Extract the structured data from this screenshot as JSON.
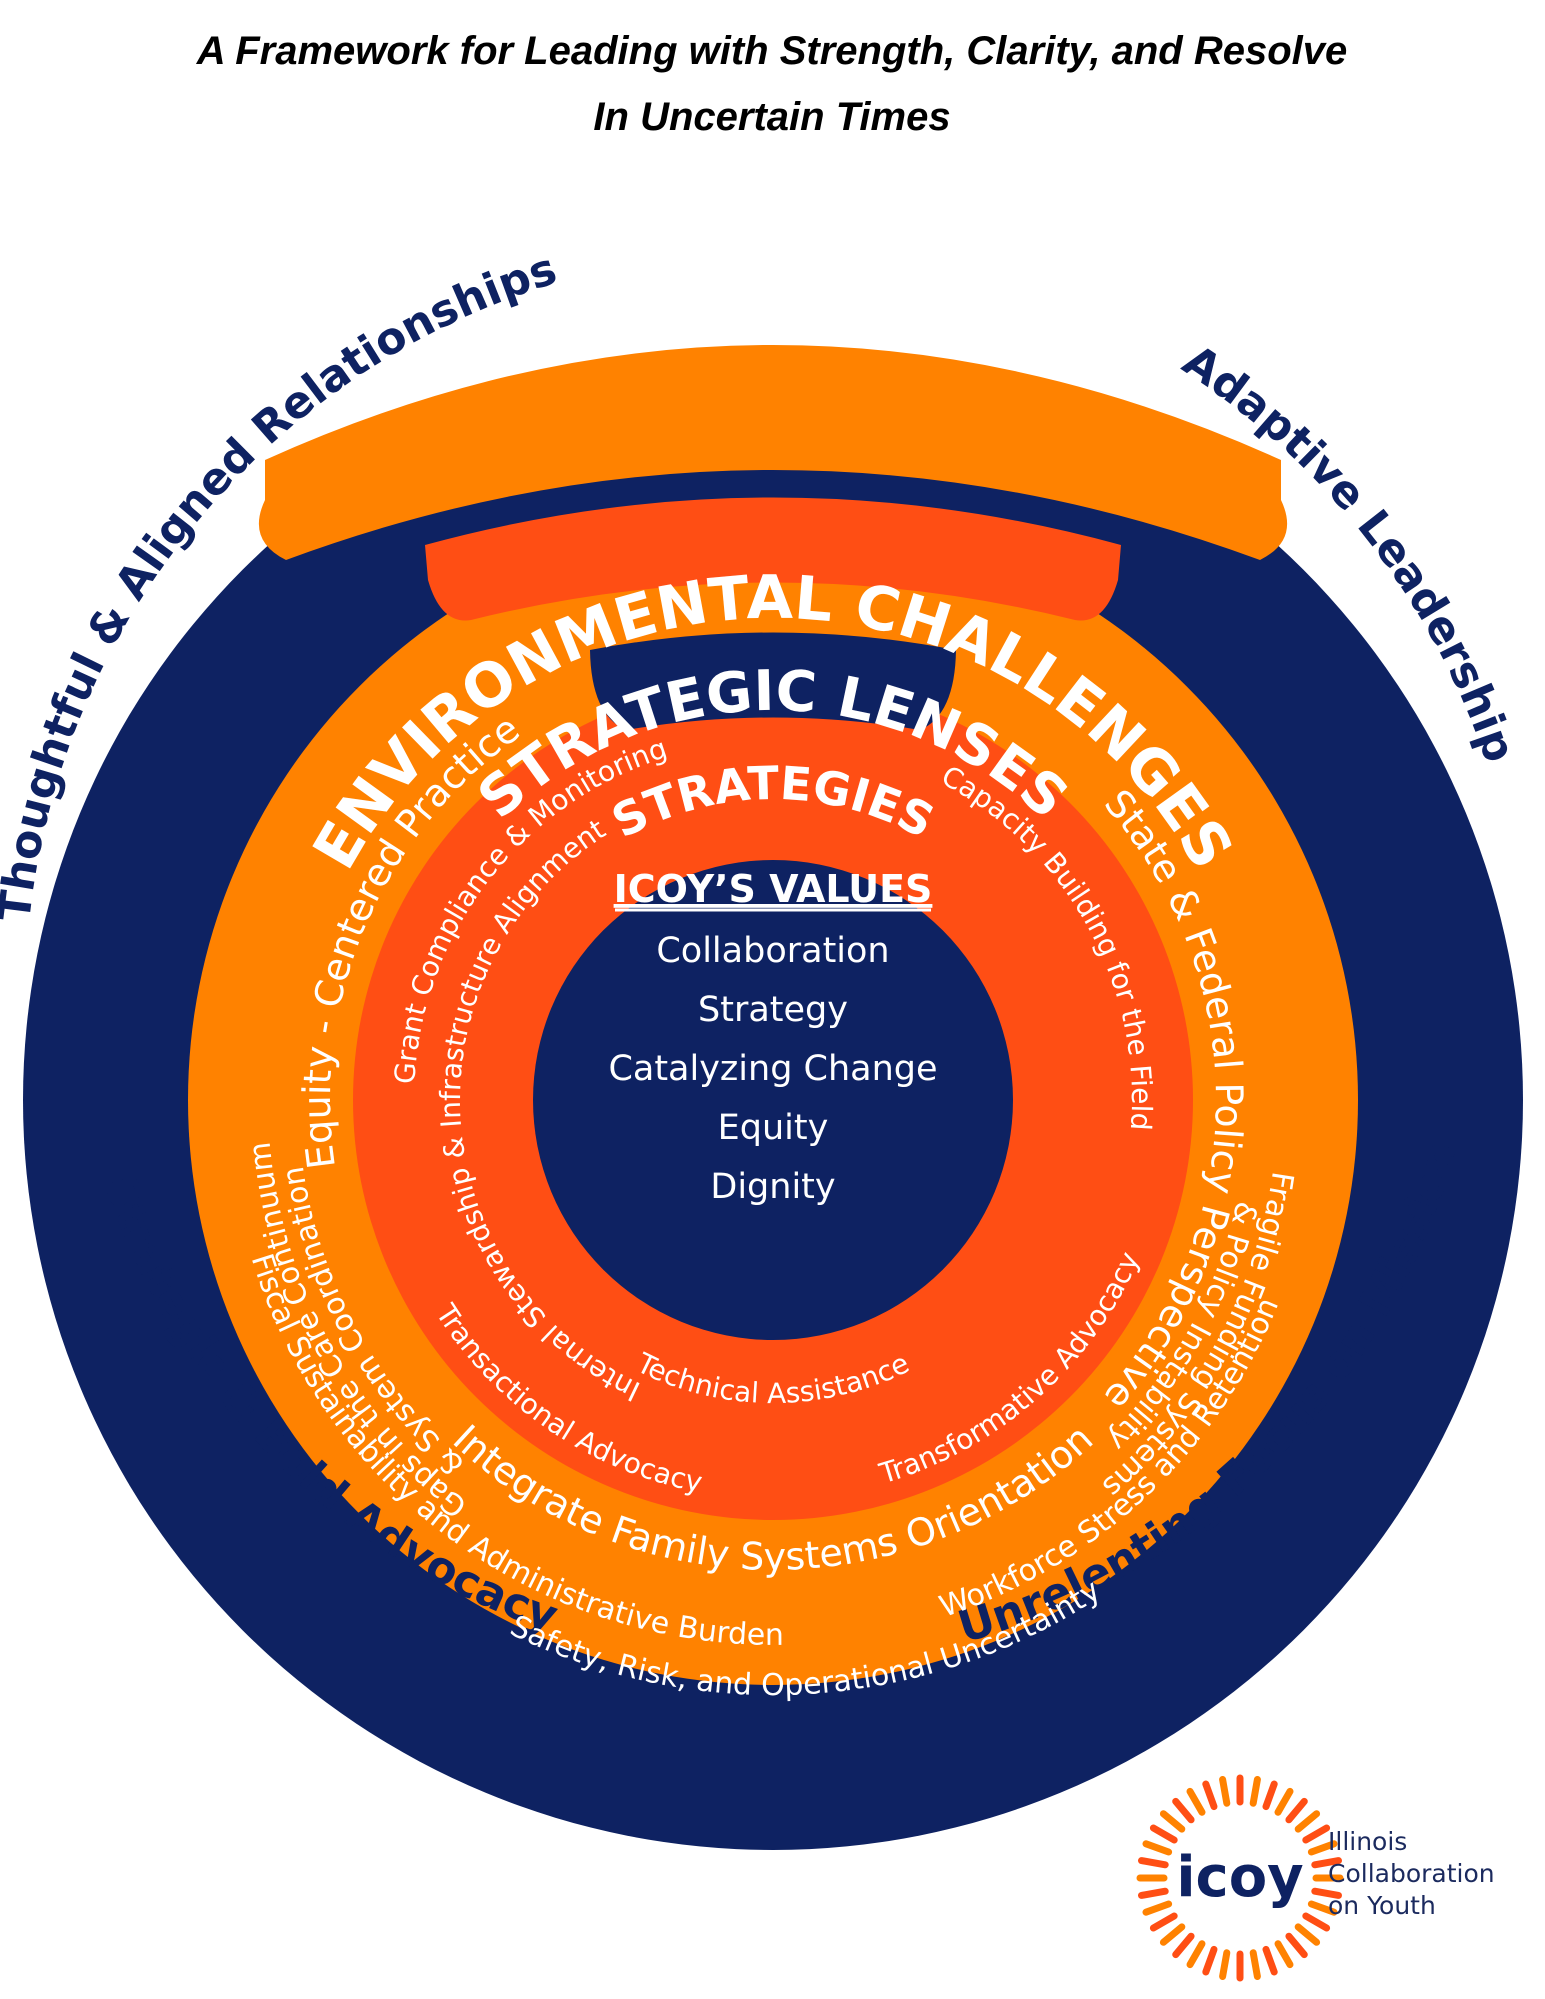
{
  "title": {
    "line1": "A Framework for Leading with Strength, Clarity, and Resolve",
    "line2": "In Uncertain Times"
  },
  "outer_labels": {
    "top_left": "Thoughtful & Aligned Relationships",
    "top_right": "Adaptive Leadership",
    "bottom_left": "Strategic & Bold Advocacy",
    "bottom_right": "Unrelenting Focus on Mission"
  },
  "environmental_challenges": {
    "title": "ENVIRONMENTAL CHALLENGES",
    "items": {
      "left": "Gaps in the Care Continuum",
      "left2": "& System Coordination",
      "right": "Fragile Funding Systems",
      "right2": "& Policy Instability",
      "bottom_left": "Fiscal Sustainability and Administrative Burden",
      "bottom_right": "Workforce Stress and Retention",
      "bottom": "Safety, Risk, and Operational Uncertainty"
    }
  },
  "strategic_lenses": {
    "title": "STRATEGIC LENSES",
    "items": {
      "left": "Equity - Centered Practice",
      "right": "State & Federal Policy Perspective",
      "bottom": "Integrate Family Systems Orientation"
    }
  },
  "strategies": {
    "title": "STRATEGIES",
    "items": {
      "left": "Grant Compliance & Monitoring",
      "top": "Internal Stewardship & Infrastructure Alignment",
      "right": "Capacity Building for the Field",
      "bottom_left": "Transactional Advocacy",
      "bottom": "Technical Assistance",
      "bottom_right": "Transformative Advocacy"
    }
  },
  "values": {
    "heading": "ICOY’S VALUES",
    "items": [
      "Collaboration",
      "Strategy",
      "Catalyzing Change",
      "Equity",
      "Dignity"
    ]
  },
  "logo": {
    "word": "icoy",
    "name_line1": "Illinois",
    "name_line2": "Collaboration",
    "name_line3": "on Youth"
  },
  "colors": {
    "navy": "#0e2262",
    "orange": "#ff8200",
    "red_orange": "#ff4e14",
    "white": "#ffffff"
  }
}
